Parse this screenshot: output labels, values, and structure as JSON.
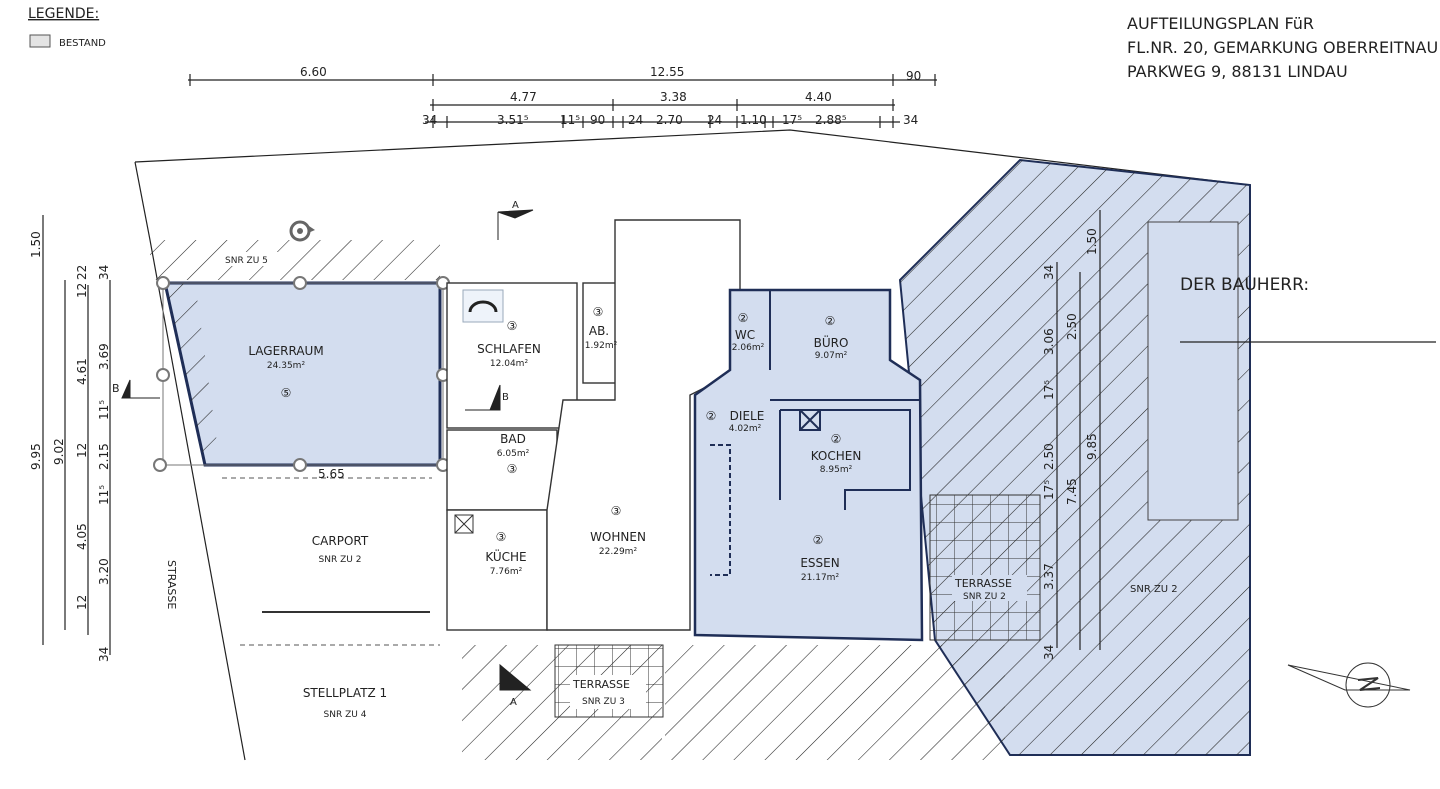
{
  "legend": {
    "title": "LEGENDE:",
    "items": [
      {
        "label": "BESTAND",
        "color": "#e4e4e4"
      }
    ]
  },
  "title_block": {
    "lines": [
      "AUFTEILUNGSPLAN FüR",
      "FL.NR. 20, GEMARKUNG OBERREITNAU",
      "PARKWEG 9, 88131 LINDAU"
    ]
  },
  "colors": {
    "highlight": "#d3ddef",
    "outline": "#1f2e57"
  },
  "dimensions": {
    "top_row1": [
      "6.60",
      "12.55",
      "90"
    ],
    "top_row2": [
      "4.77",
      "3.38",
      "4.40"
    ],
    "top_row3": [
      "34",
      "3.51⁵",
      "11⁵",
      "90",
      "24",
      "2.70",
      "24",
      "1.10",
      "17⁵",
      "2.88⁵",
      "34"
    ],
    "left": [
      "9.95",
      "1.50",
      "9.02",
      "4.61",
      "12",
      "22",
      "12",
      "4.05",
      "12",
      "34",
      "3.69",
      "11⁵",
      "2.15",
      "11⁵",
      "3.20",
      "34"
    ],
    "right": [
      "34",
      "3.06",
      "17⁵",
      "2.50",
      "17⁵",
      "3.37",
      "34",
      "2.50",
      "7.45",
      "1.50",
      "9.85"
    ],
    "lagerraum_width": "5.65"
  },
  "rooms": [
    {
      "name": "LAGERRAUM",
      "area": "24.35m²",
      "unit": "⑤"
    },
    {
      "name": "SCHLAFEN",
      "area": "12.04m²",
      "unit": "③"
    },
    {
      "name": "AB.",
      "area": "1.92m²",
      "unit": "③"
    },
    {
      "name": "BAD",
      "area": "6.05m²",
      "unit": "③"
    },
    {
      "name": "KÜCHE",
      "area": "7.76m²",
      "unit": "③"
    },
    {
      "name": "WOHNEN",
      "area": "22.29m²",
      "unit": "③"
    },
    {
      "name": "WC",
      "area": "2.06m²",
      "unit": "②"
    },
    {
      "name": "BÜRO",
      "area": "9.07m²",
      "unit": "②"
    },
    {
      "name": "DIELE",
      "area": "4.02m²",
      "unit": "②"
    },
    {
      "name": "KOCHEN",
      "area": "8.95m²",
      "unit": "②"
    },
    {
      "name": "ESSEN",
      "area": "21.17m²",
      "unit": "②"
    }
  ],
  "outdoor": {
    "snr_zu_5_top": "SNR ZU 5",
    "carport": "CARPORT",
    "carport_snr": "SNR ZU 2",
    "strasse": "STRASSE",
    "stellplatz": "STELLPLATZ 1",
    "stellplatz_snr": "SNR ZU 4",
    "terrasse_right": "TERRASSE",
    "terrasse_right_snr": "SNR ZU 2",
    "terrasse_bottom": "TERRASSE",
    "terrasse_bottom_snr": "SNR ZU 3",
    "garden_snr": "SNR ZU 2",
    "bauherr": "DER BAUHERR:"
  },
  "section_marks": {
    "a": "A",
    "b": "B"
  }
}
